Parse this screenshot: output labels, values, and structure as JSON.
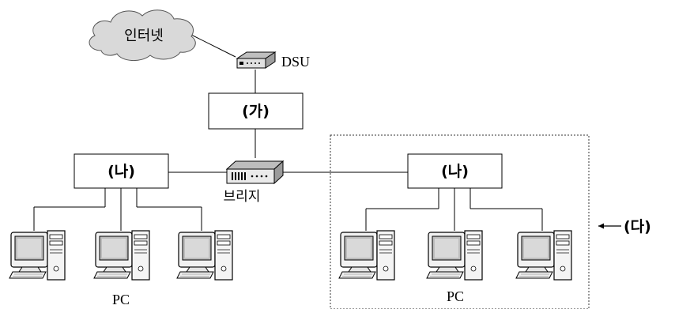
{
  "nodes": {
    "internet": "인터넷",
    "dsu": "DSU",
    "top_box": "(가)",
    "left_box": "(나)",
    "right_box": "(나)",
    "bridge": "브리지",
    "pc_label_left": "PC",
    "pc_label_right": "PC",
    "segment_marker": "(다)"
  }
}
